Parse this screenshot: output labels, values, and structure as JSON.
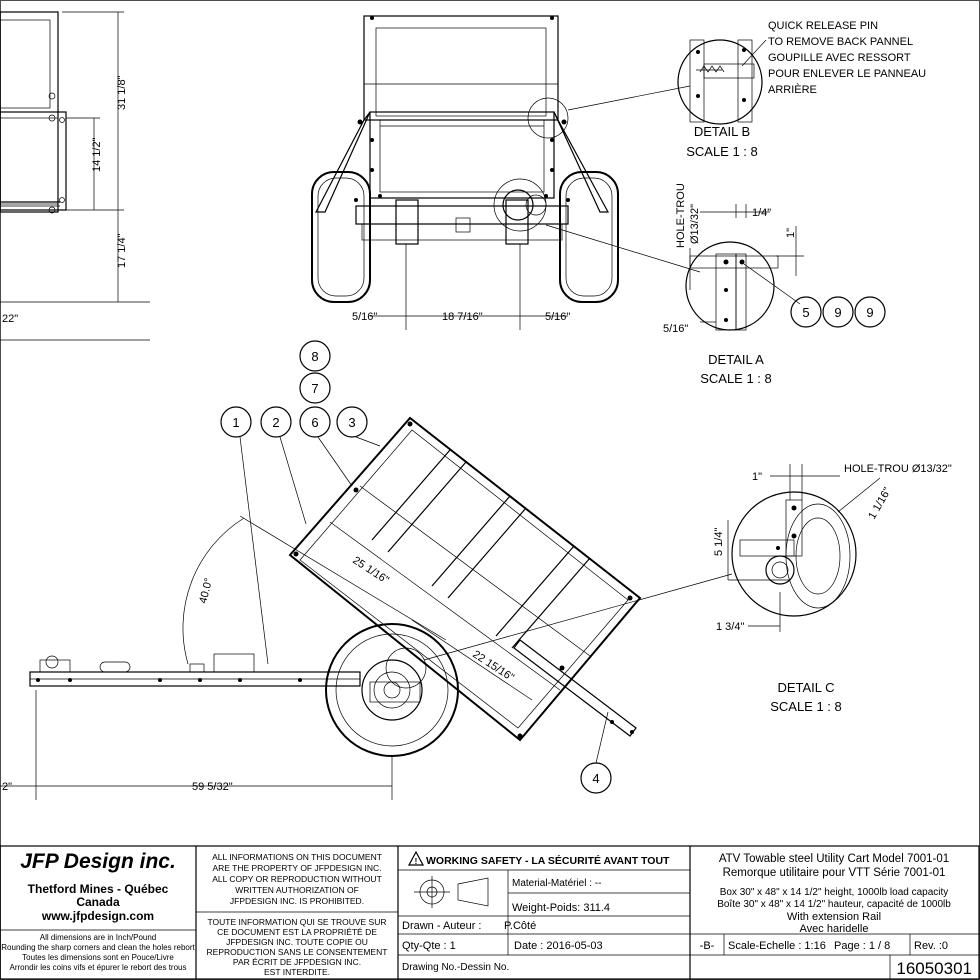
{
  "detail_b": {
    "note_line1": "QUICK RELEASE PIN",
    "note_line2": "TO REMOVE BACK PANNEL",
    "note_line3": "GOUPILLE AVEC RESSORT",
    "note_line4": "POUR ENLEVER LE PANNEAU",
    "note_line5": "ARRIÈRE",
    "title": "DETAIL B",
    "scale": "SCALE 1 : 8"
  },
  "detail_a": {
    "hole_label": "HOLE-TROU",
    "hole_dia": "Ø13/32\"",
    "dim_quarter": "1/4\"",
    "dim_one": "1\"",
    "dim_5_16": "5/16\"",
    "balloons": [
      "5",
      "9",
      "9"
    ],
    "title": "DETAIL A",
    "scale": "SCALE 1 : 8"
  },
  "detail_c": {
    "dim_one": "1\"",
    "hole_label": "HOLE-TROU Ø13/32\"",
    "dim_1_1_16": "1 1/16\"",
    "dim_5_1_4": "5 1/4\"",
    "dim_1_3_4": "1 3/4\"",
    "title": "DETAIL C",
    "scale": "SCALE 1 : 8"
  },
  "top_view": {
    "dim_31_1_8": "31 1/8\"",
    "dim_14_1_2": "14 1/2\"",
    "dim_17_1_4": "17 1/4\"",
    "dim_22": "22\""
  },
  "rear_view": {
    "dim_left": "5/16\"",
    "dim_center": "18 7/16\"",
    "dim_right": "5/16\""
  },
  "side_view": {
    "angle": "40.0°",
    "dim_25": "25 1/16\"",
    "dim_22": "22 15/16\"",
    "dim_59": "59 5/32\"",
    "dim_left": "2\"",
    "balloons": [
      "1",
      "2",
      "6",
      "3",
      "4",
      "7",
      "8"
    ]
  },
  "title_block": {
    "company": "JFP Design inc.",
    "city": "Thetford Mines - Québec",
    "country": "Canada",
    "website": "www.jfpdesign.com",
    "note_a1": "All dimensions are in Inch/Pound",
    "note_a2": "Rounding the sharp corners and clean the holes rebort",
    "note_a3": "Toutes les dimensions sont en  Pouce/Livre",
    "note_a4": "Arrondir les coins vifs et épurer le rebort des trous",
    "rights_en1": "ALL INFORMATIONS ON THIS DOCUMENT",
    "rights_en2": "ARE THE PROPERTY OF JFPDESIGN INC.",
    "rights_en3": "ALL COPY OR REPRODUCTION WITHOUT",
    "rights_en4": "WRITTEN AUTHORIZATION OF",
    "rights_en5": "JFPDESIGN INC. IS PROHIBITED.",
    "rights_fr1": "TOUTE INFORMATION QUI SE TROUVE SUR",
    "rights_fr2": "CE DOCUMENT EST LA PROPRIÉTÉ DE",
    "rights_fr3": "JFPDESIGN INC. TOUTE COPIE OU",
    "rights_fr4": "REPRODUCTION SANS LE CONSENTEMENT",
    "rights_fr5": "PAR ÉCRIT DE JFPDESIGN INC.",
    "rights_fr6": "EST INTERDITE.",
    "safety": "WORKING SAFETY - LA SÉCURITÉ AVANT TOUT",
    "material": "Material-Matériel : --",
    "weight": "Weight-Poids: 311.4",
    "drawn": "Drawn - Auteur :",
    "drawn_name": "P.Côté",
    "qty": "Qty-Qte : 1",
    "date": "Date : 2016-05-03",
    "drawing_no": "Drawing No.-Dessin No.",
    "title1": "ATV Towable steel Utility Cart Model 7001-01",
    "title2": "Remorque utilitaire pour VTT Série 7001-01",
    "title3": "Box  30\" x 48\" x 14 1/2\" height, 1000lb load capacity",
    "title4": "Boîte 30\" x 48\" x 14 1/2\" hauteur, capacité de 1000lb",
    "title5": "With extension Rail",
    "title6": "Avec haridelle",
    "size": "-B-",
    "scale": "Scale-Echelle :  1:16",
    "page": "Page : 1 / 8",
    "rev": "Rev. :0",
    "number": "16050301"
  }
}
